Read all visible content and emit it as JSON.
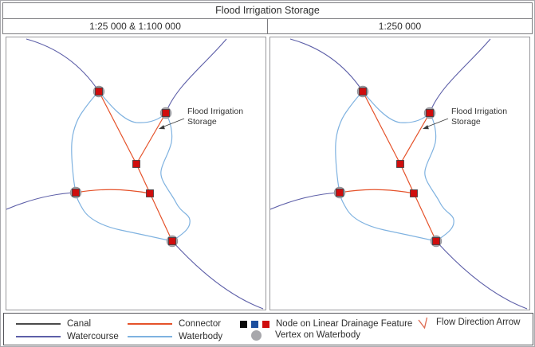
{
  "title": "Flood Irrigation Storage",
  "columns": [
    {
      "scale_label": "1:25 000 & 1:100 000"
    },
    {
      "scale_label": "1:250 000"
    }
  ],
  "map_annotation": {
    "line1": "Flood Irrigation",
    "line2": "Storage"
  },
  "legend": {
    "canal": "Canal",
    "watercourse": "Watercourse",
    "connector": "Connector",
    "waterbody": "Waterbody",
    "node": "Node on Linear Drainage Feature",
    "vertex": "Vertex on Waterbody",
    "flow": "Flow Direction Arrow"
  },
  "colors": {
    "canal": "#4a4a4a",
    "watercourse": "#5d5fa8",
    "connector": "#e5522a",
    "waterbody": "#7fb2e0",
    "node_black": "#0a0a0a",
    "node_blue": "#1d4f9e",
    "node_red": "#cf0d0d",
    "vertex_gray": "#a7a7ab",
    "flow_arrow": "#dd6a50",
    "annotation": "#3c3c3c"
  }
}
